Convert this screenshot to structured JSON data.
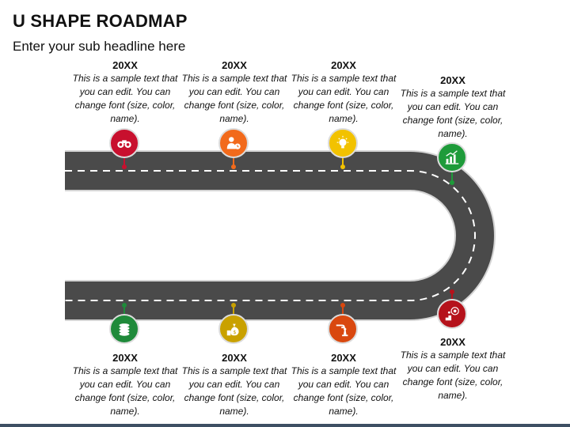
{
  "header": {
    "title": "U SHAPE ROADMAP",
    "subtitle": "Enter your sub headline here"
  },
  "milestones": [
    {
      "year": "20XX",
      "text": "This is a sample text that you can edit. You can change font (size, color, name).",
      "color": "#c8102e",
      "icon": "binoculars-icon"
    },
    {
      "year": "20XX",
      "text": "This is a sample text that you can edit. You can change font (size, color, name).",
      "color": "#f26a1b",
      "icon": "person-clock-icon"
    },
    {
      "year": "20XX",
      "text": "This is a sample text that you can edit. You can change font (size, color, name).",
      "color": "#f2c200",
      "icon": "lightbulb-icon"
    },
    {
      "year": "20XX",
      "text": "This is a sample text that you can edit. You can change font (size, color, name).",
      "color": "#1e9b3a",
      "icon": "growth-chart-icon"
    },
    {
      "year": "20XX",
      "text": "This is a sample text that you can edit. You can change font (size, color, name).",
      "color": "#b5121b",
      "icon": "target-climb-icon"
    },
    {
      "year": "20XX",
      "text": "This is a sample text that you can edit. You can change font (size, color, name).",
      "color": "#d9480f",
      "icon": "hand-chess-icon"
    },
    {
      "year": "20XX",
      "text": "This is a sample text that you can edit. You can change font (size, color, name).",
      "color": "#c9a100",
      "icon": "money-bag-icon"
    },
    {
      "year": "20XX",
      "text": "This is a sample text that you can edit. You can change font (size, color, name).",
      "color": "#1f8a3a",
      "icon": "coin-stack-icon"
    }
  ],
  "colors": {
    "road": "#4a4a4a",
    "road_border": "#d4d4d4",
    "lane_marking": "#ffffff",
    "bottom_bar": "#3d4f63"
  }
}
